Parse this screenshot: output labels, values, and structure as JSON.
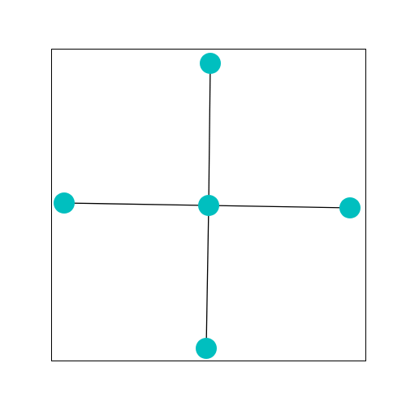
{
  "graph": {
    "type": "star",
    "node_color": "#00bfbf",
    "edge_color": "#000000",
    "frame_color": "#000000",
    "nodes": [
      {
        "id": "center"
      },
      {
        "id": "top"
      },
      {
        "id": "left"
      },
      {
        "id": "right"
      },
      {
        "id": "bottom"
      }
    ],
    "edges": [
      {
        "source": "center",
        "target": "top"
      },
      {
        "source": "center",
        "target": "left"
      },
      {
        "source": "center",
        "target": "right"
      },
      {
        "source": "center",
        "target": "bottom"
      }
    ]
  }
}
